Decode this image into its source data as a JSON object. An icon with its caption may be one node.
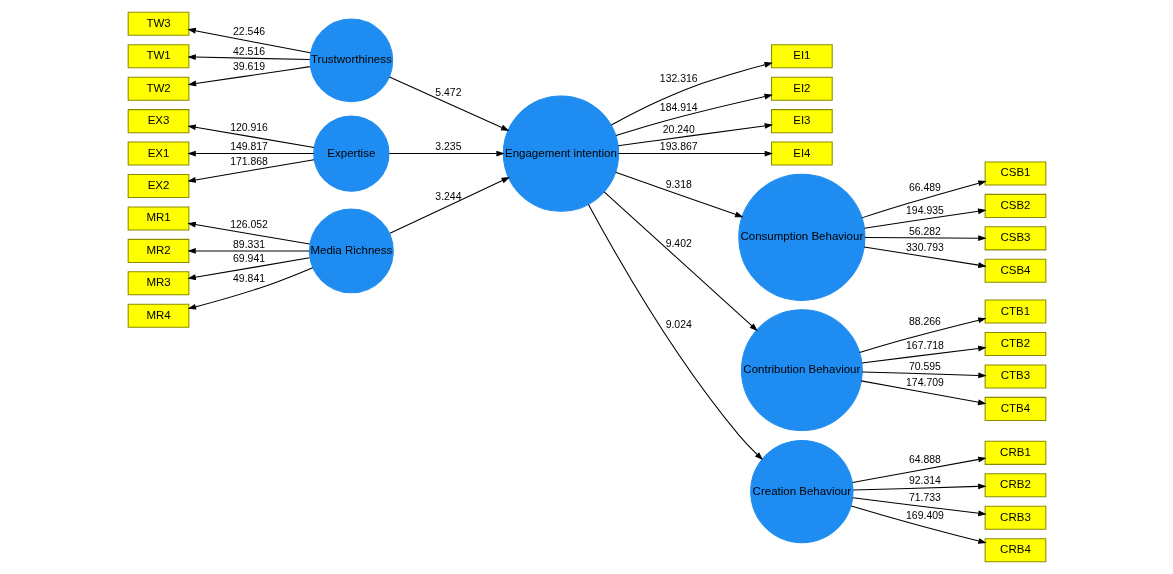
{
  "diagram": {
    "nodes": [
      {
        "text": [
          "MR1"
        ]
      },
      {
        "text": [
          "MR2"
        ]
      },
      {
        "text": [
          "MR3"
        ]
      },
      {
        "text": [
          "MR4"
        ]
      },
      {
        "text": [
          "Media Richness"
        ]
      },
      {
        "text": [
          "TW1"
        ]
      },
      {
        "text": [
          "TW2"
        ]
      },
      {
        "text": [
          "TW3"
        ]
      },
      {
        "text": [
          "Trustworthiness"
        ]
      },
      {
        "text": [
          "EX1"
        ]
      },
      {
        "text": [
          "EX2"
        ]
      },
      {
        "text": [
          "EX3"
        ]
      },
      {
        "text": [
          "Expertise"
        ]
      },
      {
        "text": [
          "EI1"
        ]
      },
      {
        "text": [
          "EI2"
        ]
      },
      {
        "text": [
          "EI3"
        ]
      },
      {
        "text": [
          "EI4"
        ]
      },
      {
        "text": [
          "Engagement intention"
        ]
      },
      {
        "text": [
          "Consumption Behaviour"
        ]
      },
      {
        "text": [
          "CSB1"
        ]
      },
      {
        "text": [
          "CSB2"
        ]
      },
      {
        "text": [
          "CSB3"
        ]
      },
      {
        "text": [
          "CSB4"
        ]
      },
      {
        "text": [
          "Contribution Behaviour"
        ]
      },
      {
        "text": [
          "CTB1"
        ]
      },
      {
        "text": [
          "CTB2"
        ]
      },
      {
        "text": [
          "CTB3"
        ]
      },
      {
        "text": [
          "CTB4"
        ]
      },
      {
        "text": [
          "Creation Behaviour"
        ]
      },
      {
        "text": [
          "CRB1"
        ]
      },
      {
        "text": [
          "CRB2"
        ]
      },
      {
        "text": [
          "CRB3"
        ]
      },
      {
        "text": [
          "CRB4"
        ]
      }
    ],
    "edges": [
      {
        "from": 4,
        "to": 0,
        "arrow": "to",
        "label": "126.052"
      },
      {
        "from": 4,
        "to": 1,
        "arrow": "to",
        "label": "89.331"
      },
      {
        "from": 4,
        "to": 2,
        "arrow": "to",
        "label": "69.941"
      },
      {
        "from": 4,
        "to": 3,
        "arrow": "to",
        "label": "49.841"
      },
      {
        "from": 8,
        "to": 5,
        "arrow": "to",
        "label": "42.516"
      },
      {
        "from": 8,
        "to": 6,
        "arrow": "to",
        "label": "39.619"
      },
      {
        "from": 8,
        "to": 7,
        "arrow": "to",
        "label": "22.546"
      },
      {
        "from": 12,
        "to": 9,
        "arrow": "to",
        "label": "149.817"
      },
      {
        "from": 12,
        "to": 10,
        "arrow": "to",
        "label": "171.868"
      },
      {
        "from": 12,
        "to": 11,
        "arrow": "to",
        "label": "120.916"
      },
      {
        "from": 4,
        "to": 17,
        "arrow": "to",
        "label": "3.244"
      },
      {
        "from": 8,
        "to": 17,
        "arrow": "to",
        "label": "5.472"
      },
      {
        "from": 12,
        "to": 17,
        "arrow": "to",
        "label": "3.235"
      },
      {
        "from": 17,
        "to": 13,
        "arrow": "to",
        "label": "132.316"
      },
      {
        "from": 17,
        "to": 14,
        "arrow": "to",
        "label": "184.914"
      },
      {
        "from": 17,
        "to": 15,
        "arrow": "to",
        "label": "20.240"
      },
      {
        "from": 17,
        "to": 16,
        "arrow": "to",
        "label": "193.867"
      },
      {
        "from": 17,
        "to": 18,
        "arrow": "to",
        "label": "9.318"
      },
      {
        "from": 17,
        "to": 23,
        "arrow": "to",
        "label": "9.402"
      },
      {
        "from": 17,
        "to": 28,
        "arrow": "to",
        "label": "9.024"
      },
      {
        "from": 18,
        "to": 19,
        "arrow": "to",
        "label": "66.489"
      },
      {
        "from": 18,
        "to": 20,
        "arrow": "to",
        "label": "194.935"
      },
      {
        "from": 18,
        "to": 21,
        "arrow": "to",
        "label": "56.282"
      },
      {
        "from": 18,
        "to": 22,
        "arrow": "to",
        "label": "330.793"
      },
      {
        "from": 23,
        "to": 24,
        "arrow": "to",
        "label": "88.266"
      },
      {
        "from": 23,
        "to": 25,
        "arrow": "to",
        "label": "167.718"
      },
      {
        "from": 23,
        "to": 26,
        "arrow": "to",
        "label": "70.595"
      },
      {
        "from": 23,
        "to": 27,
        "arrow": "to",
        "label": "174.709"
      },
      {
        "from": 28,
        "to": 29,
        "arrow": "to",
        "label": "64.888"
      },
      {
        "from": 28,
        "to": 30,
        "arrow": "to",
        "label": "92.314"
      },
      {
        "from": 28,
        "to": 31,
        "arrow": "to",
        "label": "71.733"
      },
      {
        "from": 28,
        "to": 32,
        "arrow": "to",
        "label": "169.409"
      }
    ]
  }
}
